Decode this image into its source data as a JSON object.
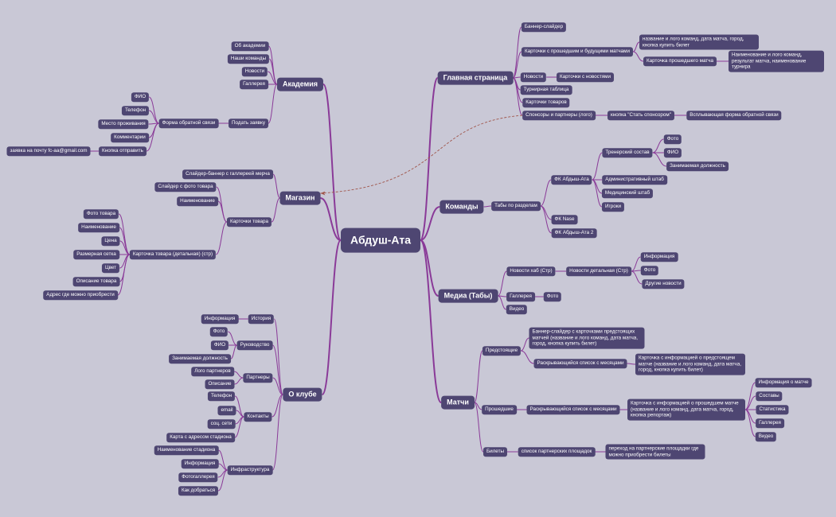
{
  "root": "Абдуш-Ата",
  "colors": {
    "background": "#c9c8d6",
    "node": "#4e4672",
    "branch_line": "#8a3a98",
    "dashed_link": "#a0554a"
  },
  "branches": {
    "main": "Главная страница",
    "teams": "Команды",
    "media": "Медиа (Табы)",
    "matches": "Матчи",
    "academy": "Академия",
    "shop": "Магазин",
    "about": "О клубе"
  },
  "main_page": {
    "banner": "Баннер-слайдер",
    "cards_past_future": "Карточки с прошедшим и будущими матчами",
    "card_details": "название и лого команд, дата матча, город, кнопка купить билет",
    "card_past": "Карточка прошедшего матча",
    "card_past_details": "Наименование и лого команд, результат матча, наименование турнира",
    "news": "Новости",
    "news_cards": "Карточки с новостями",
    "table": "Турнирная таблица",
    "product_cards": "Карточки товаров",
    "sponsors": "Спонсоры и партнеры (лого)",
    "sponsor_button": "кнопка \"Стать спонсором\"",
    "sponsor_form": "Всплывающая форма обратной связи"
  },
  "teams": {
    "tabs": "Табы по разделам",
    "fc_main": "ФК Абдыш-Ата",
    "coaching": "Тренерский состав",
    "coach_photo": "Фото",
    "coach_name": "ФИО",
    "coach_position": "Занимаемая должность",
    "admin_staff": "Административный штаб",
    "medical_staff": "Медицинский штаб",
    "players": "Игроки",
    "fc_nase": "ФК Nase",
    "fc_2": "ФК Абдыш-Ата 2"
  },
  "media": {
    "news_hub": "Новости хаб (Стр)",
    "news_detail": "Новости детальная (Стр)",
    "info": "Информация",
    "photo": "Фото",
    "other_news": "Другие новости",
    "gallery": "Галлерея",
    "gallery_photo": "Фото",
    "video": "Видео"
  },
  "matches": {
    "upcoming": "Предстоящие",
    "upcoming_slider": "Баннер-слайдер с карточками предстоящих матчей (название и лого команд, дата матча, город, кнопка купить билет)",
    "upcoming_dropdown": "Раскрывающийся список с месяцами",
    "upcoming_card": "Карточка с информацией о предстоящем матче (название и лого команд, дата матча, город, кнопка купить билет)",
    "past": "Прошедшие",
    "past_dropdown": "Раскрывающийся список с месяцами",
    "past_card": "Карточка с информацией о прошедшем матче (название и лого команд, дата матча, город, кнопка репортаж)",
    "match_info": "Информация о матче",
    "lineup": "Составы",
    "stats": "Статистика",
    "gallery": "Галлерея",
    "video": "Видео",
    "tickets": "Билеты",
    "partner_list": "список партнерских площадок",
    "partner_note": "переход на партнерские площадки где можно приобрести билеты"
  },
  "academy": {
    "about": "Об академии",
    "our_teams": "Наши команды",
    "news": "Новости",
    "gallery": "Галлерея",
    "apply": "Подать заявку",
    "feedback_form": "Форма обратной связи",
    "name": "ФИО",
    "phone": "Телефон",
    "residence": "Место проживания",
    "comments": "Комментарии",
    "send_button": "Кнопка отправить",
    "email_note": "заявка на почту fc-aa@gmail.com"
  },
  "shop": {
    "slider": "Слайдер-баннер с галлереей мерча",
    "product_cards": "Карточки товара",
    "photo_slider": "Слайдер с фото товара",
    "name": "Наименование",
    "detail_card": "Карточка товара (детальная) (стр)",
    "photo": "Фото товара",
    "detail_name": "Наименование",
    "price": "Цена",
    "size": "Размерная сетка",
    "color": "Цвет",
    "description": "Описание товара",
    "where_to_buy": "Адрес где можно приобрести"
  },
  "about": {
    "history": "История",
    "history_info": "Информация",
    "management": "Руководство",
    "mgmt_photo": "Фото",
    "mgmt_name": "ФИО",
    "mgmt_position": "Занимаемая должность",
    "partners": "Партнеры",
    "partner_logo": "Лого партнеров",
    "partner_desc": "Описание",
    "contacts": "Контакты",
    "phone": "Телефон",
    "email": "email",
    "social": "соц. сети",
    "map": "Карта с адресом стадиона",
    "infrastructure": "Инфраструктура",
    "stadium_name": "Наименование стадиона",
    "infra_info": "Информация",
    "photo_gallery": "Фотогаллерея",
    "how_to_get": "Как добраться"
  }
}
